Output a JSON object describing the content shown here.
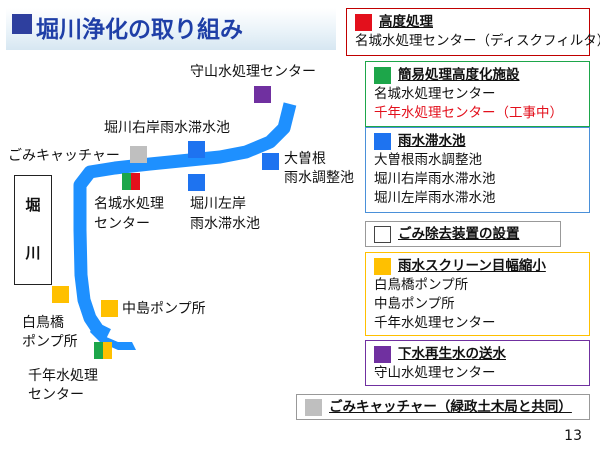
{
  "title": "堀川浄化の取り組み",
  "colors": {
    "river": "#1e90ff",
    "red": "#e3101c",
    "green": "#1da64a",
    "blue": "#1e73f0",
    "yellow": "#ffc000",
    "purple": "#7030a0",
    "gray": "#bfbfbf",
    "title_blue": "#1f3fa7"
  },
  "river_name": [
    "堀",
    "川"
  ],
  "map_labels": {
    "moriyama": "守山水処理センター",
    "horikawa_right": "堀川右岸雨水滞水池",
    "gomi_catcher": "ごみキャッチャー",
    "ozone_line1": "大曽根",
    "ozone_line2": "雨水調整池",
    "meijo_line1": "名城水処理",
    "meijo_line2": "センター",
    "horikawa_left_line1": "堀川左岸",
    "horikawa_left_line2": "雨水滞水池",
    "nakajima": "中島ポンプ所",
    "shirotori_line1": "白鳥橋",
    "shirotori_line2": "ポンプ所",
    "sennen_line1": "千年水処理",
    "sennen_line2": "センター"
  },
  "legend": {
    "advanced": {
      "title": "高度処理",
      "items": [
        "名城水処理センター（ディスクフィルタ）"
      ]
    },
    "simple_advanced": {
      "title": "簡易処理高度化施設",
      "items": [
        "名城水処理センター"
      ],
      "red_item": "千年水処理センター（工事中）"
    },
    "storage": {
      "title": "雨水滞水池",
      "items": [
        "大曽根雨水調整池",
        "堀川右岸雨水滞水池",
        "堀川左岸雨水滞水池"
      ]
    },
    "debris": {
      "title": "ごみ除去装置の設置"
    },
    "screen": {
      "title": "雨水スクリーン目幅縮小",
      "items": [
        "白鳥橋ポンプ所",
        "中島ポンプ所",
        "千年水処理センター"
      ]
    },
    "reclaimed": {
      "title": "下水再生水の送水",
      "items": [
        "守山水処理センター"
      ]
    },
    "catcher": {
      "title": "ごみキャッチャー（緑政土木局と共同）"
    }
  },
  "page_number": "13"
}
